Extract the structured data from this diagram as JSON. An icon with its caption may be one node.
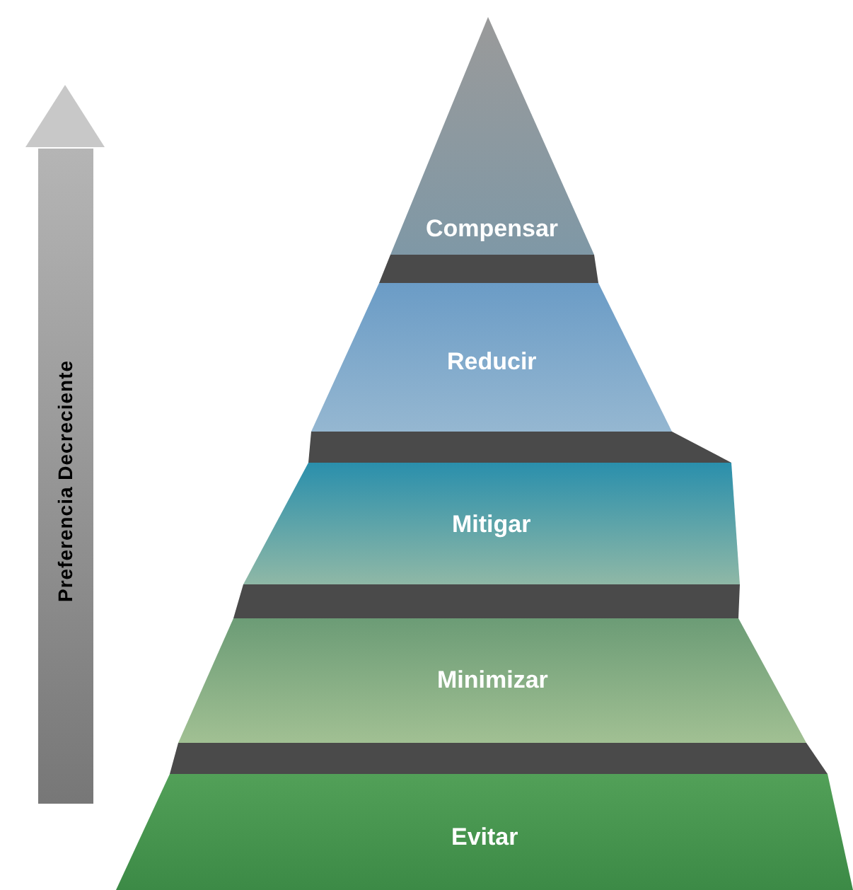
{
  "diagram": {
    "nodes": [
      {
        "text": [
          "Compensar"
        ]
      },
      {
        "text": [
          "Reducir"
        ]
      },
      {
        "text": [
          "Mitigar"
        ]
      },
      {
        "text": [
          "Minimizar"
        ]
      },
      {
        "text": [
          "Evitar"
        ]
      }
    ],
    "labels": [
      "Preferencia Decreciente"
    ]
  }
}
